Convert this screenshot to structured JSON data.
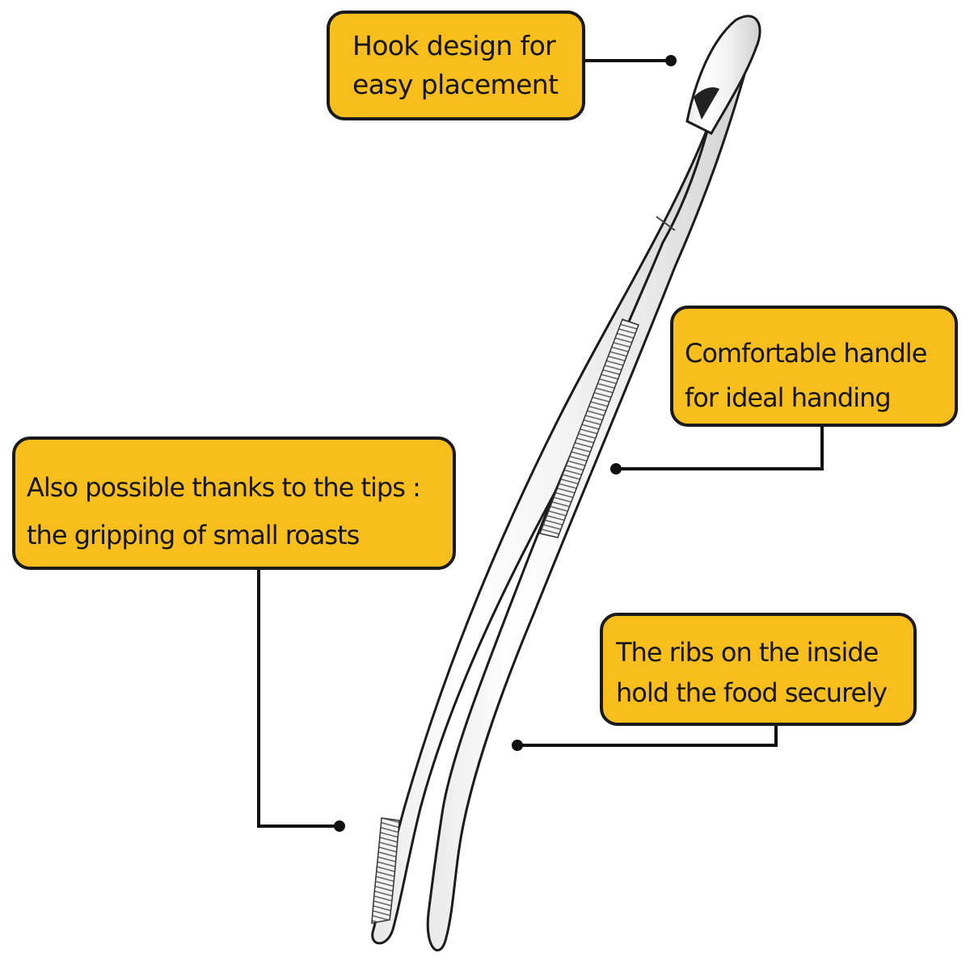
{
  "callouts": {
    "hook": {
      "line1": "Hook design for",
      "line2": "easy placement"
    },
    "handle": {
      "line1": "Comfortable handle",
      "line2": "for ideal handing"
    },
    "tips": {
      "line1": "Also possible thanks to the tips :",
      "line2": "the gripping of small roasts"
    },
    "ribs": {
      "line1": "The ribs on the inside",
      "line2": "hold the food securely"
    }
  },
  "colors": {
    "callout_fill": "#f8be1c",
    "callout_border": "#1a1a1a",
    "leader_line": "#111111",
    "background": "#ffffff"
  }
}
